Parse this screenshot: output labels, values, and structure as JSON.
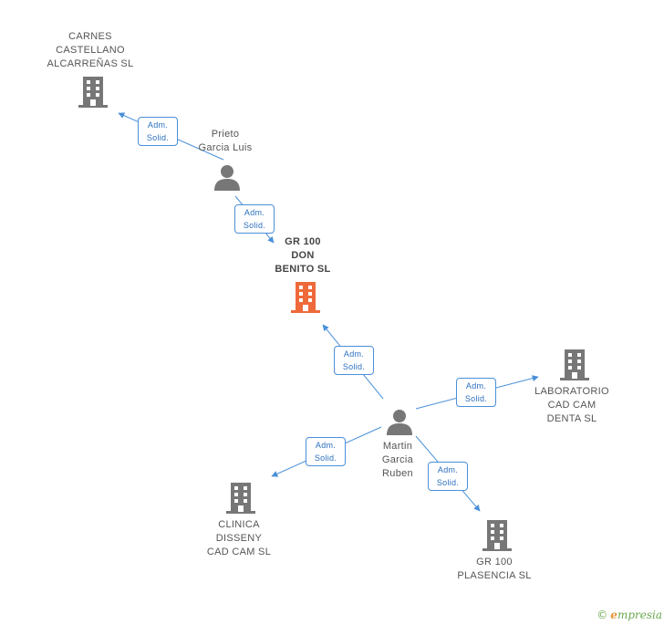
{
  "colors": {
    "edge": "#4a90d9",
    "building": "#777777",
    "building_main": "#ef6a3a",
    "person": "#777777"
  },
  "nodes": {
    "carnes": {
      "label": "CARNES\nCASTELLANO\nALCARREÑAS SL",
      "icon": "building-icon"
    },
    "prieto": {
      "label": "Prieto\nGarcia Luis",
      "icon": "person-icon"
    },
    "gr100don": {
      "label": "GR 100\nDON\nBENITO SL",
      "icon": "building-icon"
    },
    "martin": {
      "label": "Martin\nGarcia\nRuben",
      "icon": "person-icon"
    },
    "laboratorio": {
      "label": "LABORATORIO\nCAD CAM\nDENTA SL",
      "icon": "building-icon"
    },
    "clinica": {
      "label": "CLINICA\nDISSENY\nCAD CAM SL",
      "icon": "building-icon"
    },
    "plasencia": {
      "label": "GR 100\nPLASENCIA SL",
      "icon": "building-icon"
    }
  },
  "edges": [
    {
      "label": "Adm.\nSolid."
    },
    {
      "label": "Adm.\nSolid."
    },
    {
      "label": "Adm.\nSolid."
    },
    {
      "label": "Adm.\nSolid."
    },
    {
      "label": "Adm.\nSolid."
    },
    {
      "label": "Adm.\nSolid."
    }
  ],
  "credit": {
    "symbol": "©",
    "brand_first": "e",
    "brand_rest": "mpresia"
  }
}
